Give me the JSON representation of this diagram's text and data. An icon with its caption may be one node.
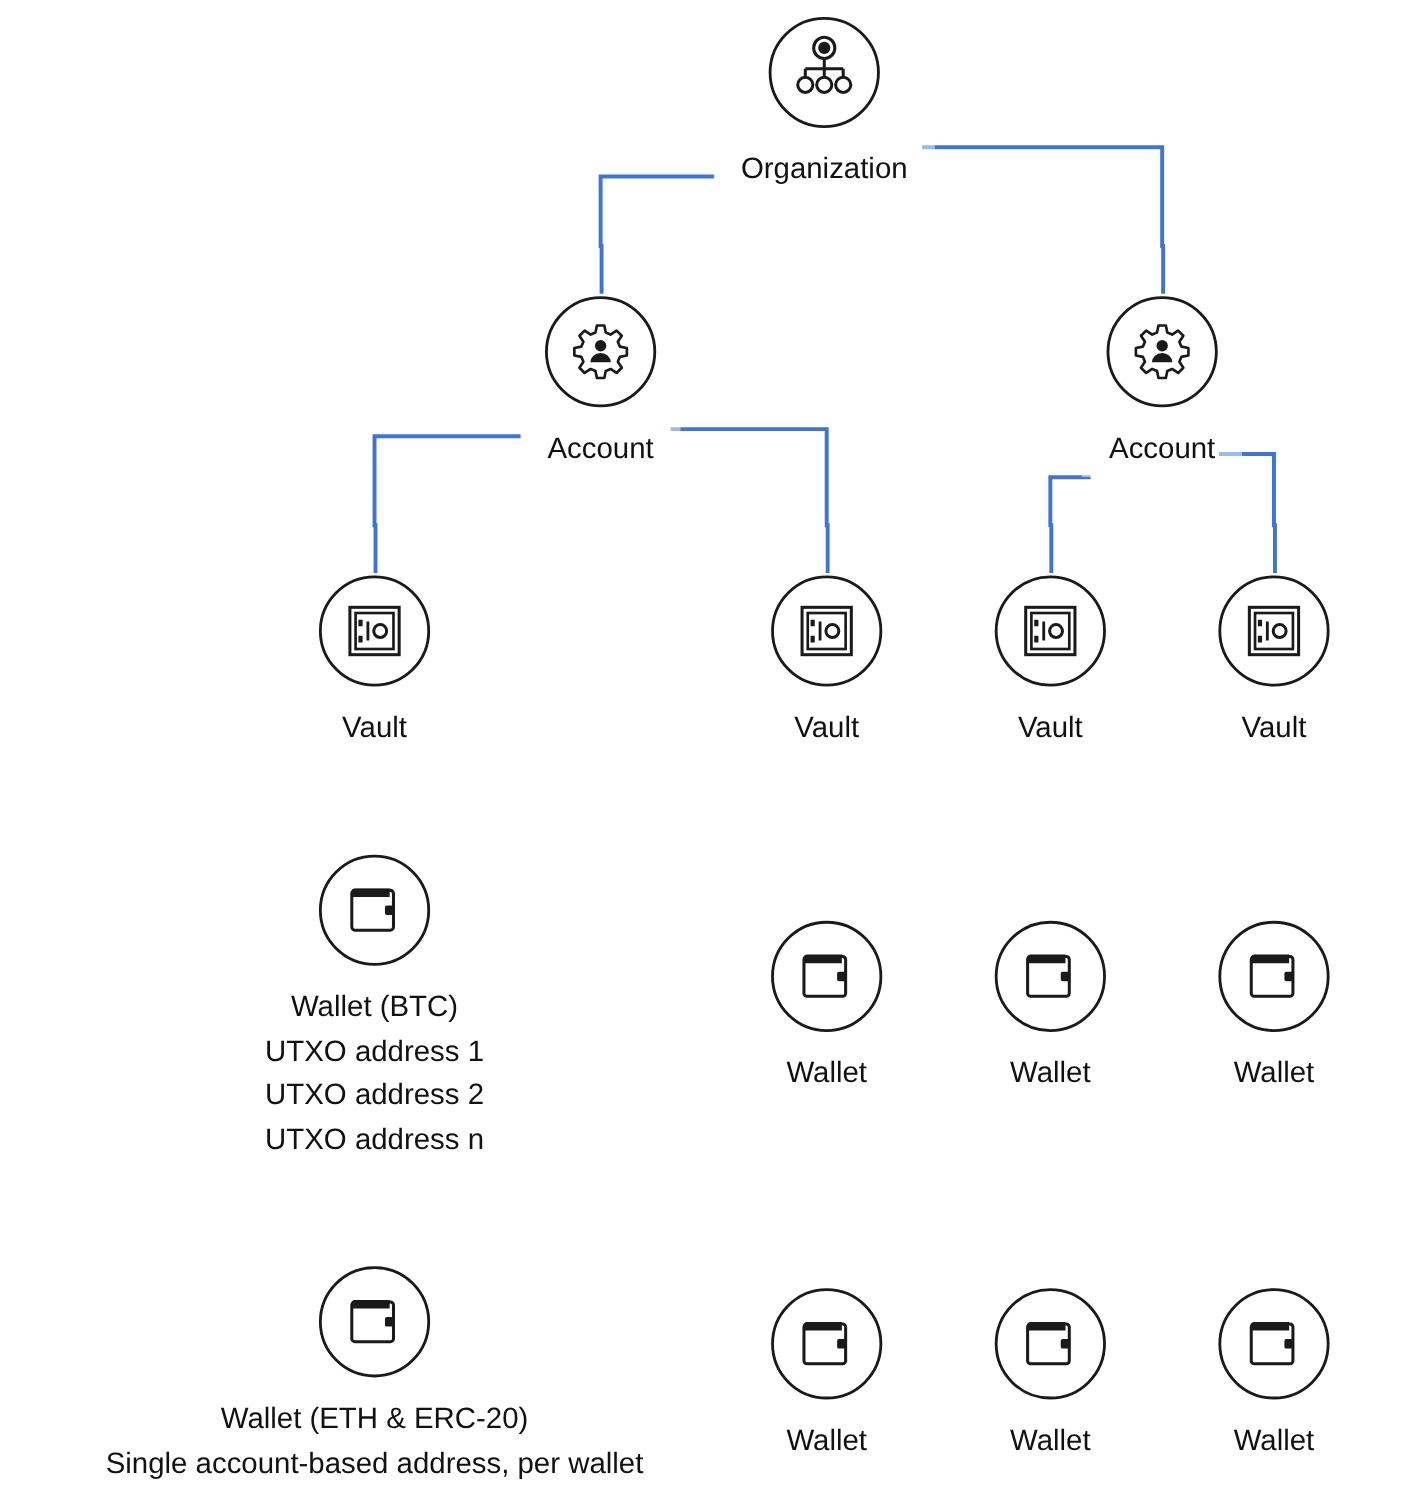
{
  "diagram": {
    "nodes": [
      {
        "text": [
          "Organization"
        ]
      },
      {
        "text": [
          "Account"
        ]
      },
      {
        "text": [
          "Account"
        ]
      },
      {
        "text": [
          "Vault"
        ]
      },
      {
        "text": [
          "Vault"
        ]
      },
      {
        "text": [
          "Vault"
        ]
      },
      {
        "text": [
          "Vault"
        ]
      },
      {
        "text": [
          "Wallet (BTC)",
          "UTXO address 1",
          "UTXO address 2",
          "UTXO address n"
        ]
      },
      {
        "text": [
          "Wallet"
        ]
      },
      {
        "text": [
          "Wallet"
        ]
      },
      {
        "text": [
          "Wallet"
        ]
      },
      {
        "text": [
          "Wallet (ETH & ERC-20)",
          "Single account-based address, per wallet"
        ]
      },
      {
        "text": [
          "Wallet"
        ]
      },
      {
        "text": [
          "Wallet"
        ]
      },
      {
        "text": [
          "Wallet"
        ]
      }
    ],
    "edges": [
      {
        "from": 0,
        "to": 1,
        "arrow": "none"
      },
      {
        "from": 0,
        "to": 2,
        "arrow": "none"
      },
      {
        "from": 1,
        "to": 3,
        "arrow": "none"
      },
      {
        "from": 1,
        "to": 4,
        "arrow": "none"
      },
      {
        "from": 2,
        "to": 5,
        "arrow": "none"
      },
      {
        "from": 2,
        "to": 6,
        "arrow": "none"
      }
    ]
  }
}
